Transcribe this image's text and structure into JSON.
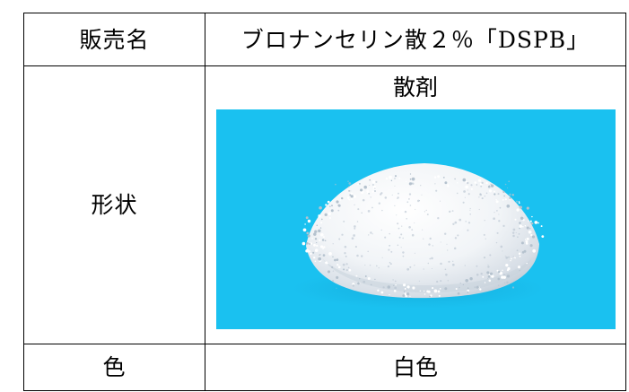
{
  "table": {
    "rows": [
      {
        "label": "販売名",
        "value": "ブロナンセリン散２％「DSPB」"
      },
      {
        "label": "形状",
        "caption": "散剤",
        "image": "white-powder-pile-on-cyan-background"
      },
      {
        "label": "色",
        "value": "白色"
      }
    ]
  },
  "colors": {
    "photo_background": "#1AC1F0",
    "powder": "#F2F5F8",
    "border": "#000000"
  }
}
